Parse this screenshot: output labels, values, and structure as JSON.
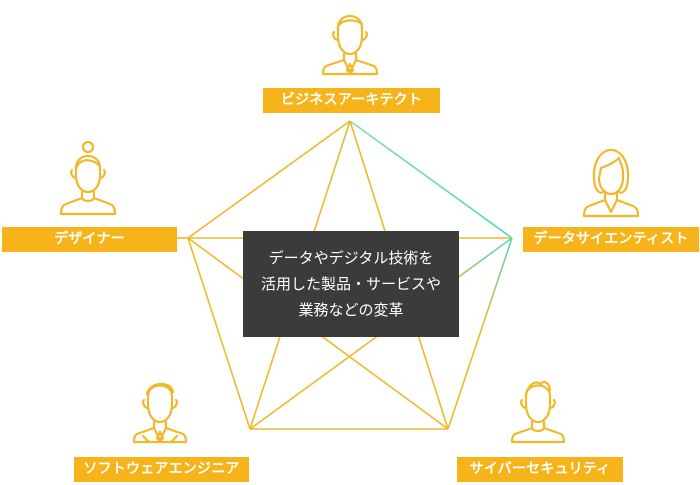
{
  "center": {
    "lines": [
      "データやデジタル技術を",
      "活用した製品・サービスや",
      "業務などの変革"
    ]
  },
  "roles": {
    "business_architect": "ビジネスアーキテクト",
    "data_scientist": "データサイエンティスト",
    "cyber_security": "サイバーセキュリティ",
    "software_engineer": "ソフトウェアエンジニア",
    "designer": "デザイナー"
  },
  "colors": {
    "accent": "#f6b41a",
    "line": "#f0b82a",
    "highlight": "#58dba8",
    "center_bg": "#3b3b3b",
    "label_text": "#ffffff"
  },
  "icons": {
    "business_architect": "businessman-icon",
    "data_scientist": "businesswoman-icon",
    "cyber_security": "person-icon",
    "software_engineer": "engineer-icon",
    "designer": "woman-bun-icon"
  }
}
